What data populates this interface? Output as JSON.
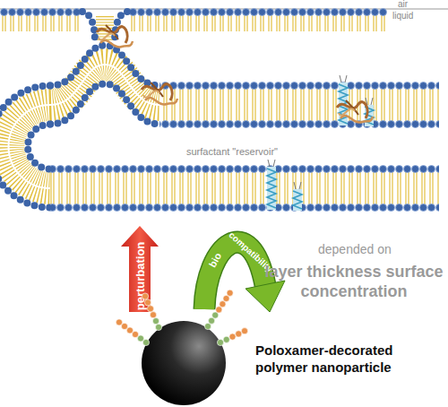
{
  "diagram": {
    "nodes": [
      {
        "text": [
          "perturbation"
        ]
      },
      {
        "text": [
          "bio",
          "compatibility"
        ]
      },
      {
        "text": [
          "Poloxamer-decorated polymer nanoparticle"
        ]
      }
    ],
    "labels": [
      "air",
      "liquid",
      "surfactant \"reservoir\"",
      "depended on",
      "layer thickness surface concentration"
    ]
  }
}
